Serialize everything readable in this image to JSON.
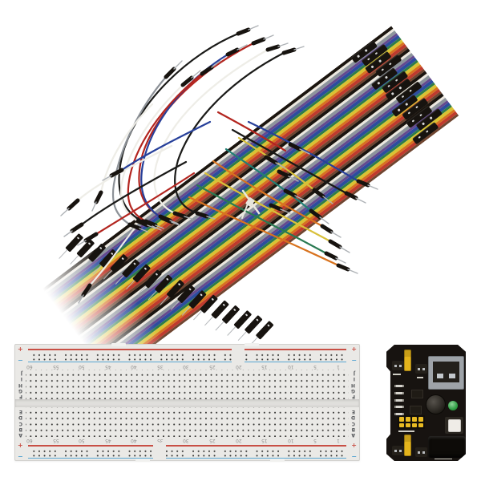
{
  "scene": {
    "background_color": "#ffffff"
  },
  "breadboard": {
    "kind": "solderless-breadboard",
    "body_color": "#eae9e6",
    "rail_plus_color": "#c84f45",
    "rail_minus_color": "#5aa6d2",
    "plus_symbol": "+",
    "minus_symbol": "−",
    "column_labels": [
      "60",
      "55",
      "50",
      "45",
      "40",
      "35",
      "30",
      "25",
      "20",
      "15",
      "10",
      "5",
      "1"
    ],
    "row_labels_upper": [
      "J",
      "I",
      "H",
      "G",
      "F"
    ],
    "row_labels_lower": [
      "E",
      "D",
      "C",
      "B",
      "A"
    ]
  },
  "ribbon_cable": {
    "kind": "40-wire-dupont-ribbon",
    "wire_count": 40,
    "stripe_colors": [
      "#1b150f",
      "#ece8df",
      "#8d949c",
      "#64498f",
      "#2c4d9e",
      "#2e7c49",
      "#d8c333",
      "#d8721f",
      "#bf3b2d",
      "#6f4530"
    ],
    "connector_color": "#17130f",
    "pin_color": "#b6b9bc",
    "female_connector_count": 13,
    "male_connector_count": 18
  },
  "jumper_bundle": {
    "kind": "male-to-male-jumper-wires",
    "wire_colors": [
      "#1a1a18",
      "#b3251f",
      "#eeede7",
      "#27409a",
      "#8d9298",
      "#d8c03a",
      "#d8731f",
      "#2a7a52",
      "#217f75",
      "#6f4530"
    ],
    "sleeve_color": "#17130f",
    "pin_color": "#aeb2b6",
    "zip_tie_color": "#e9e7df"
  },
  "power_module": {
    "kind": "breadboard-power-supply-module",
    "pcb_color": "#171310",
    "jumper_cap_color": "#e4b41c",
    "header_pin_color": "#e8ba22",
    "led_color": "#2f9e44",
    "usb_shell_color": "#9ea3a8",
    "switch_cap_color": "#efece7",
    "dc_jack_color": "#0d0b08"
  }
}
